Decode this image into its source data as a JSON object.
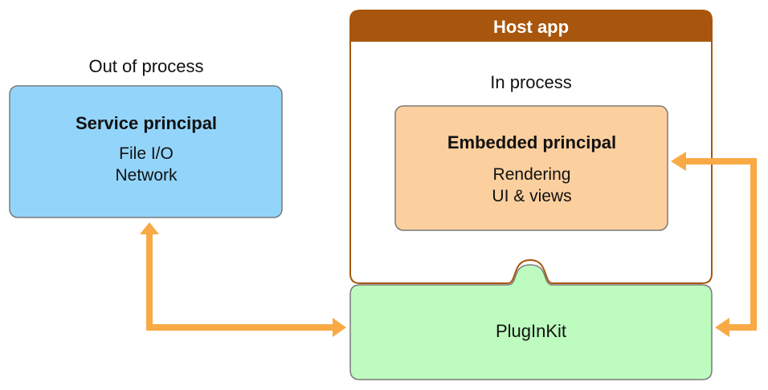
{
  "out_of_process": {
    "label": "Out of process"
  },
  "service_principal": {
    "title": "Service principal",
    "detail_1": "File I/O",
    "detail_2": "Network"
  },
  "host_app": {
    "title": "Host app",
    "in_process_label": "In process"
  },
  "embedded_principal": {
    "title": "Embedded principal",
    "detail_1": "Rendering",
    "detail_2": "UI & views"
  },
  "pluginkit": {
    "label": "PlugInKit"
  },
  "colors": {
    "service_fill": "#93d5fa",
    "embedded_fill": "#fccf9e",
    "pluginkit_fill": "#bdfbbe",
    "host_header": "#a8560d",
    "arrow": "#f8aa45",
    "border": "#7a7a7a"
  }
}
